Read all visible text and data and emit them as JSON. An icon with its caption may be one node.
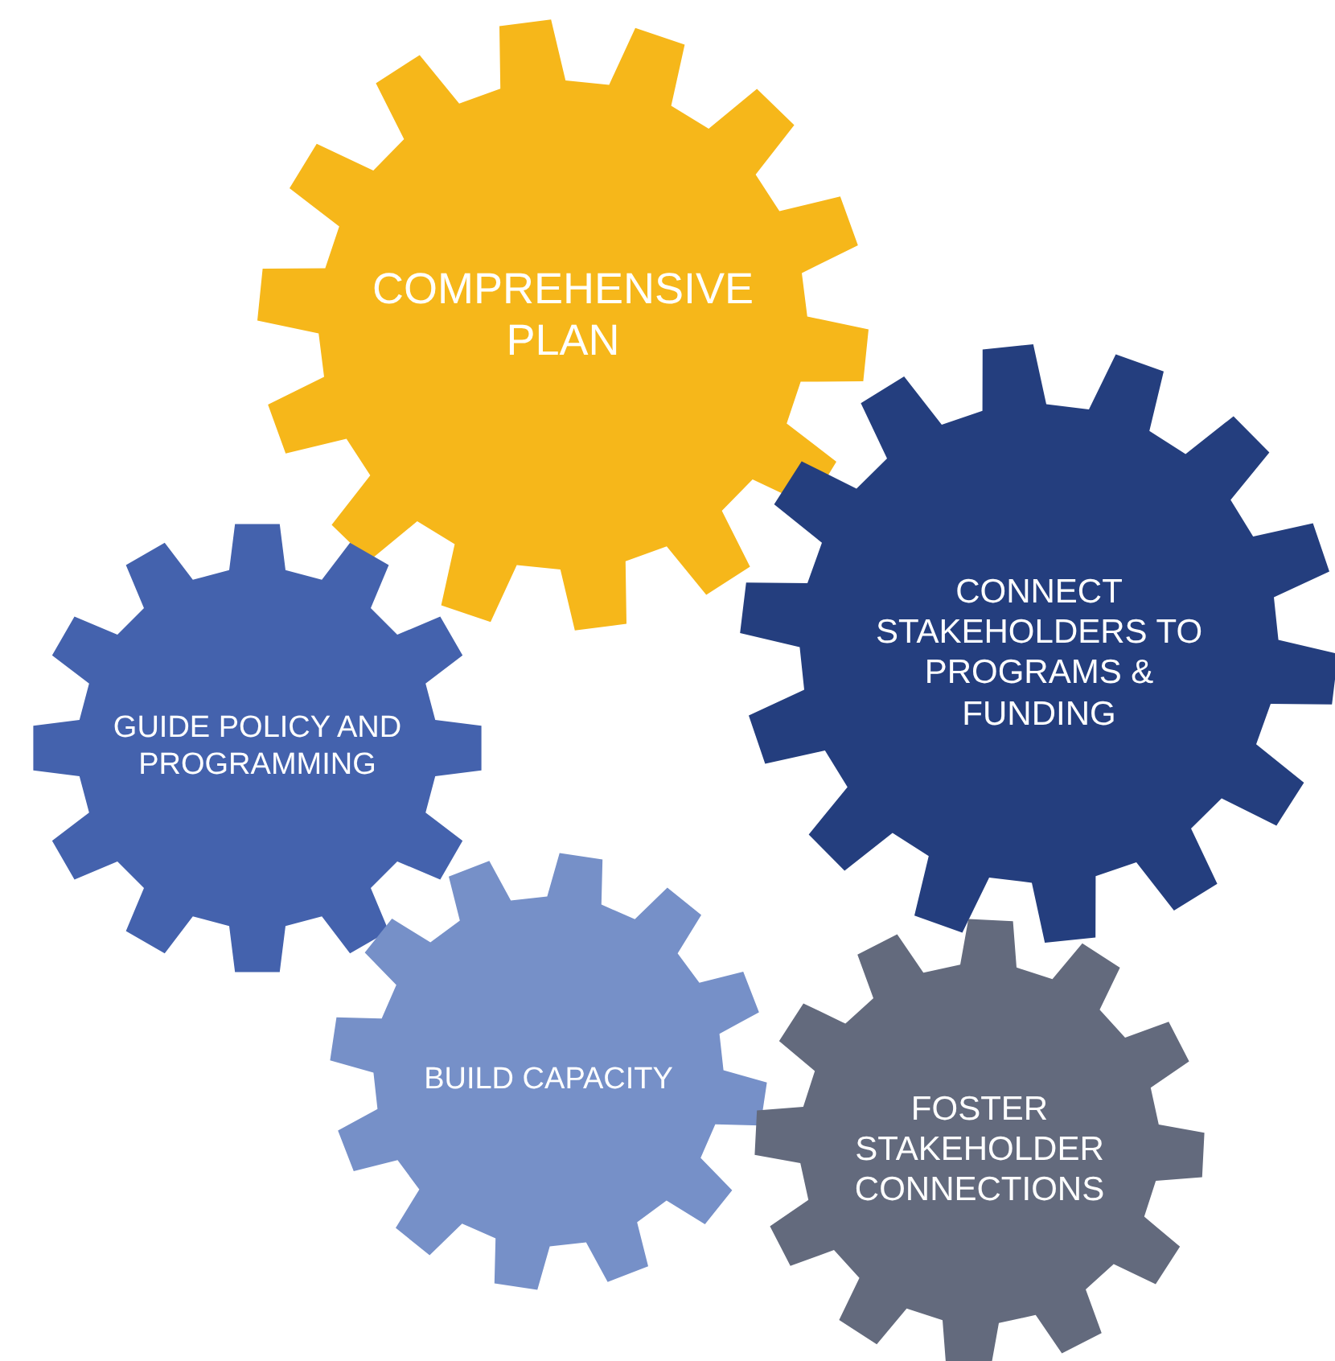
{
  "diagram": {
    "nodes": [
      {
        "text": [
          "COMPREHENSIVE PLAN"
        ]
      },
      {
        "text": [
          "GUIDE POLICY AND PROGRAMMING"
        ]
      },
      {
        "text": [
          "CONNECT STAKEHOLDERS TO PROGRAMS & FUNDING"
        ]
      },
      {
        "text": [
          "BUILD CAPACITY"
        ]
      },
      {
        "text": [
          "FOSTER STAKEHOLDER CONNECTIONS"
        ]
      }
    ]
  }
}
